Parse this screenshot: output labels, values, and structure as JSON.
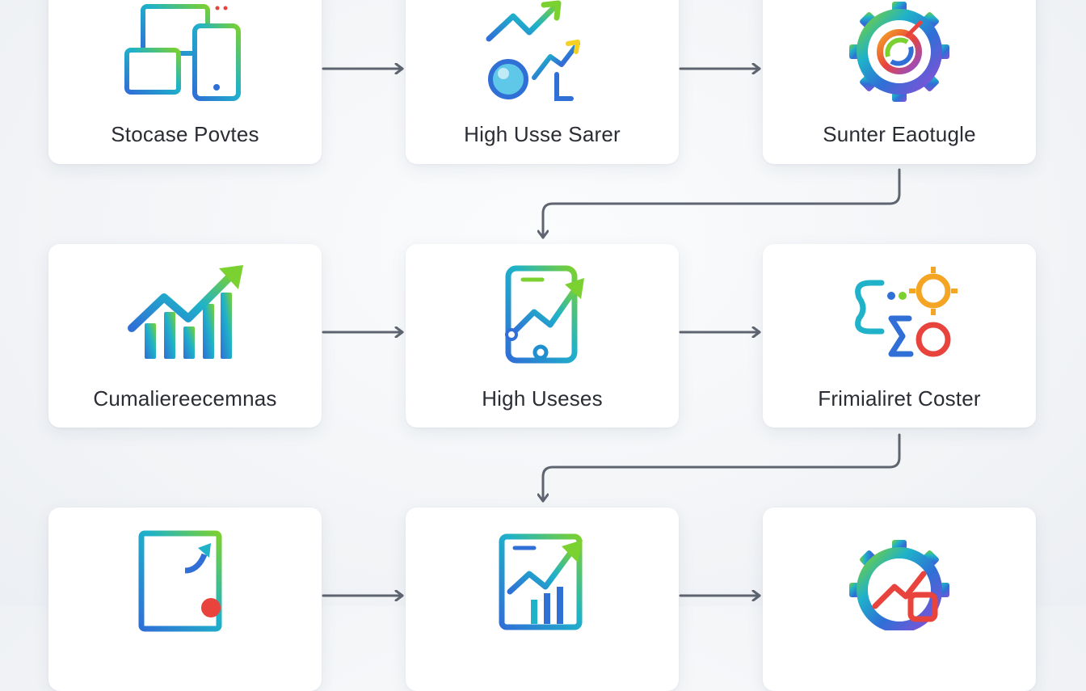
{
  "colors": {
    "arrow": "#5e6570",
    "grad_blue": "#2f6fd6",
    "grad_cyan": "#1fb2c9",
    "grad_green": "#7bd12f",
    "grad_orange": "#f5a524",
    "grad_red": "#e8433c",
    "grad_purple": "#8a4fd8"
  },
  "rows": [
    {
      "cards": [
        {
          "label": "Stocase Povtes",
          "icon": "devices-icon"
        },
        {
          "label": "High Usse Sarer",
          "icon": "growth-magnifier-icon"
        },
        {
          "label": "Sunter Eaotugle",
          "icon": "sync-gear-icon"
        }
      ]
    },
    {
      "cards": [
        {
          "label": "Cumalieree​cemnas",
          "icon": "bar-chart-trend-icon"
        },
        {
          "label": "High Useses",
          "icon": "tablet-trend-icon"
        },
        {
          "label": "Frimialiret Coster",
          "icon": "formula-gear-icon"
        }
      ]
    },
    {
      "cards": [
        {
          "label": "",
          "icon": "document-chart-icon"
        },
        {
          "label": "",
          "icon": "screen-chart-icon"
        },
        {
          "label": "",
          "icon": "gear-target-icon"
        }
      ]
    }
  ]
}
